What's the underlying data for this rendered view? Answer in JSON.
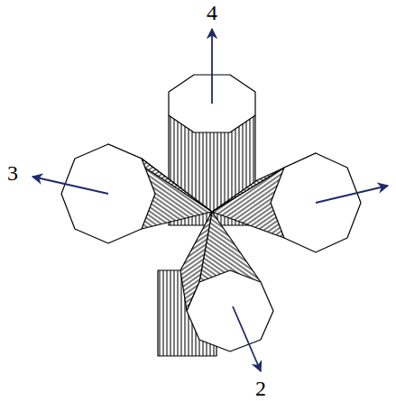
{
  "diagram": {
    "labels": [
      "4",
      "3",
      "2"
    ]
  }
}
